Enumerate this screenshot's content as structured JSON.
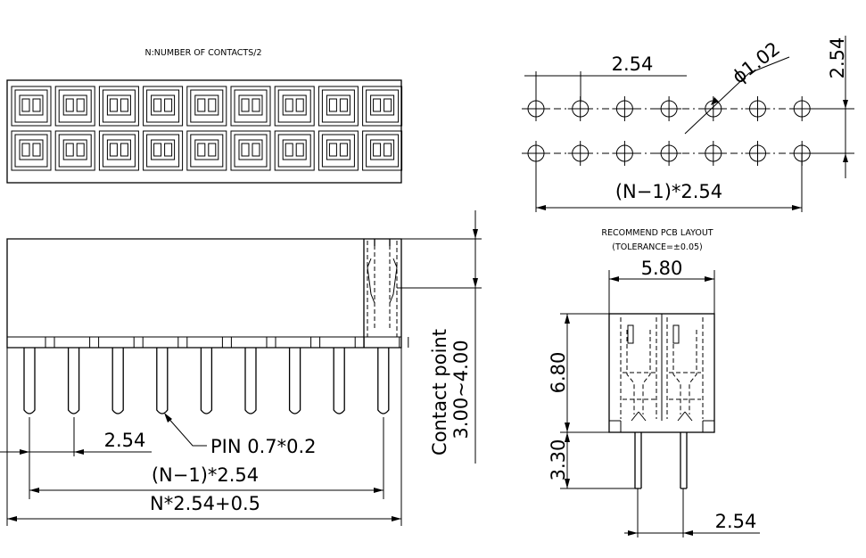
{
  "labels": {
    "number_note": "N:NUMBER OF CONTACTS/2",
    "pcb_pitch_top": "2.54",
    "hole_diameter": "ϕ1.02",
    "pcb_row_pitch": "2.54",
    "pcb_span": "(N−1)*2.54",
    "recommend_layout": "RECOMMEND PCB LAYOUT",
    "tolerance": "(TOLERANCE=±0.05)",
    "width_580": "5.80",
    "height_680": "6.80",
    "height_330": "3.30",
    "side_pitch": "2.54",
    "pin_spec": "PIN 0.7*0.2",
    "front_pitch": "2.54",
    "front_span": "(N−1)*2.54",
    "total_length": "N*2.54+0.5",
    "contact_point": "Contact point",
    "contact_range": "3.00~4.00"
  }
}
